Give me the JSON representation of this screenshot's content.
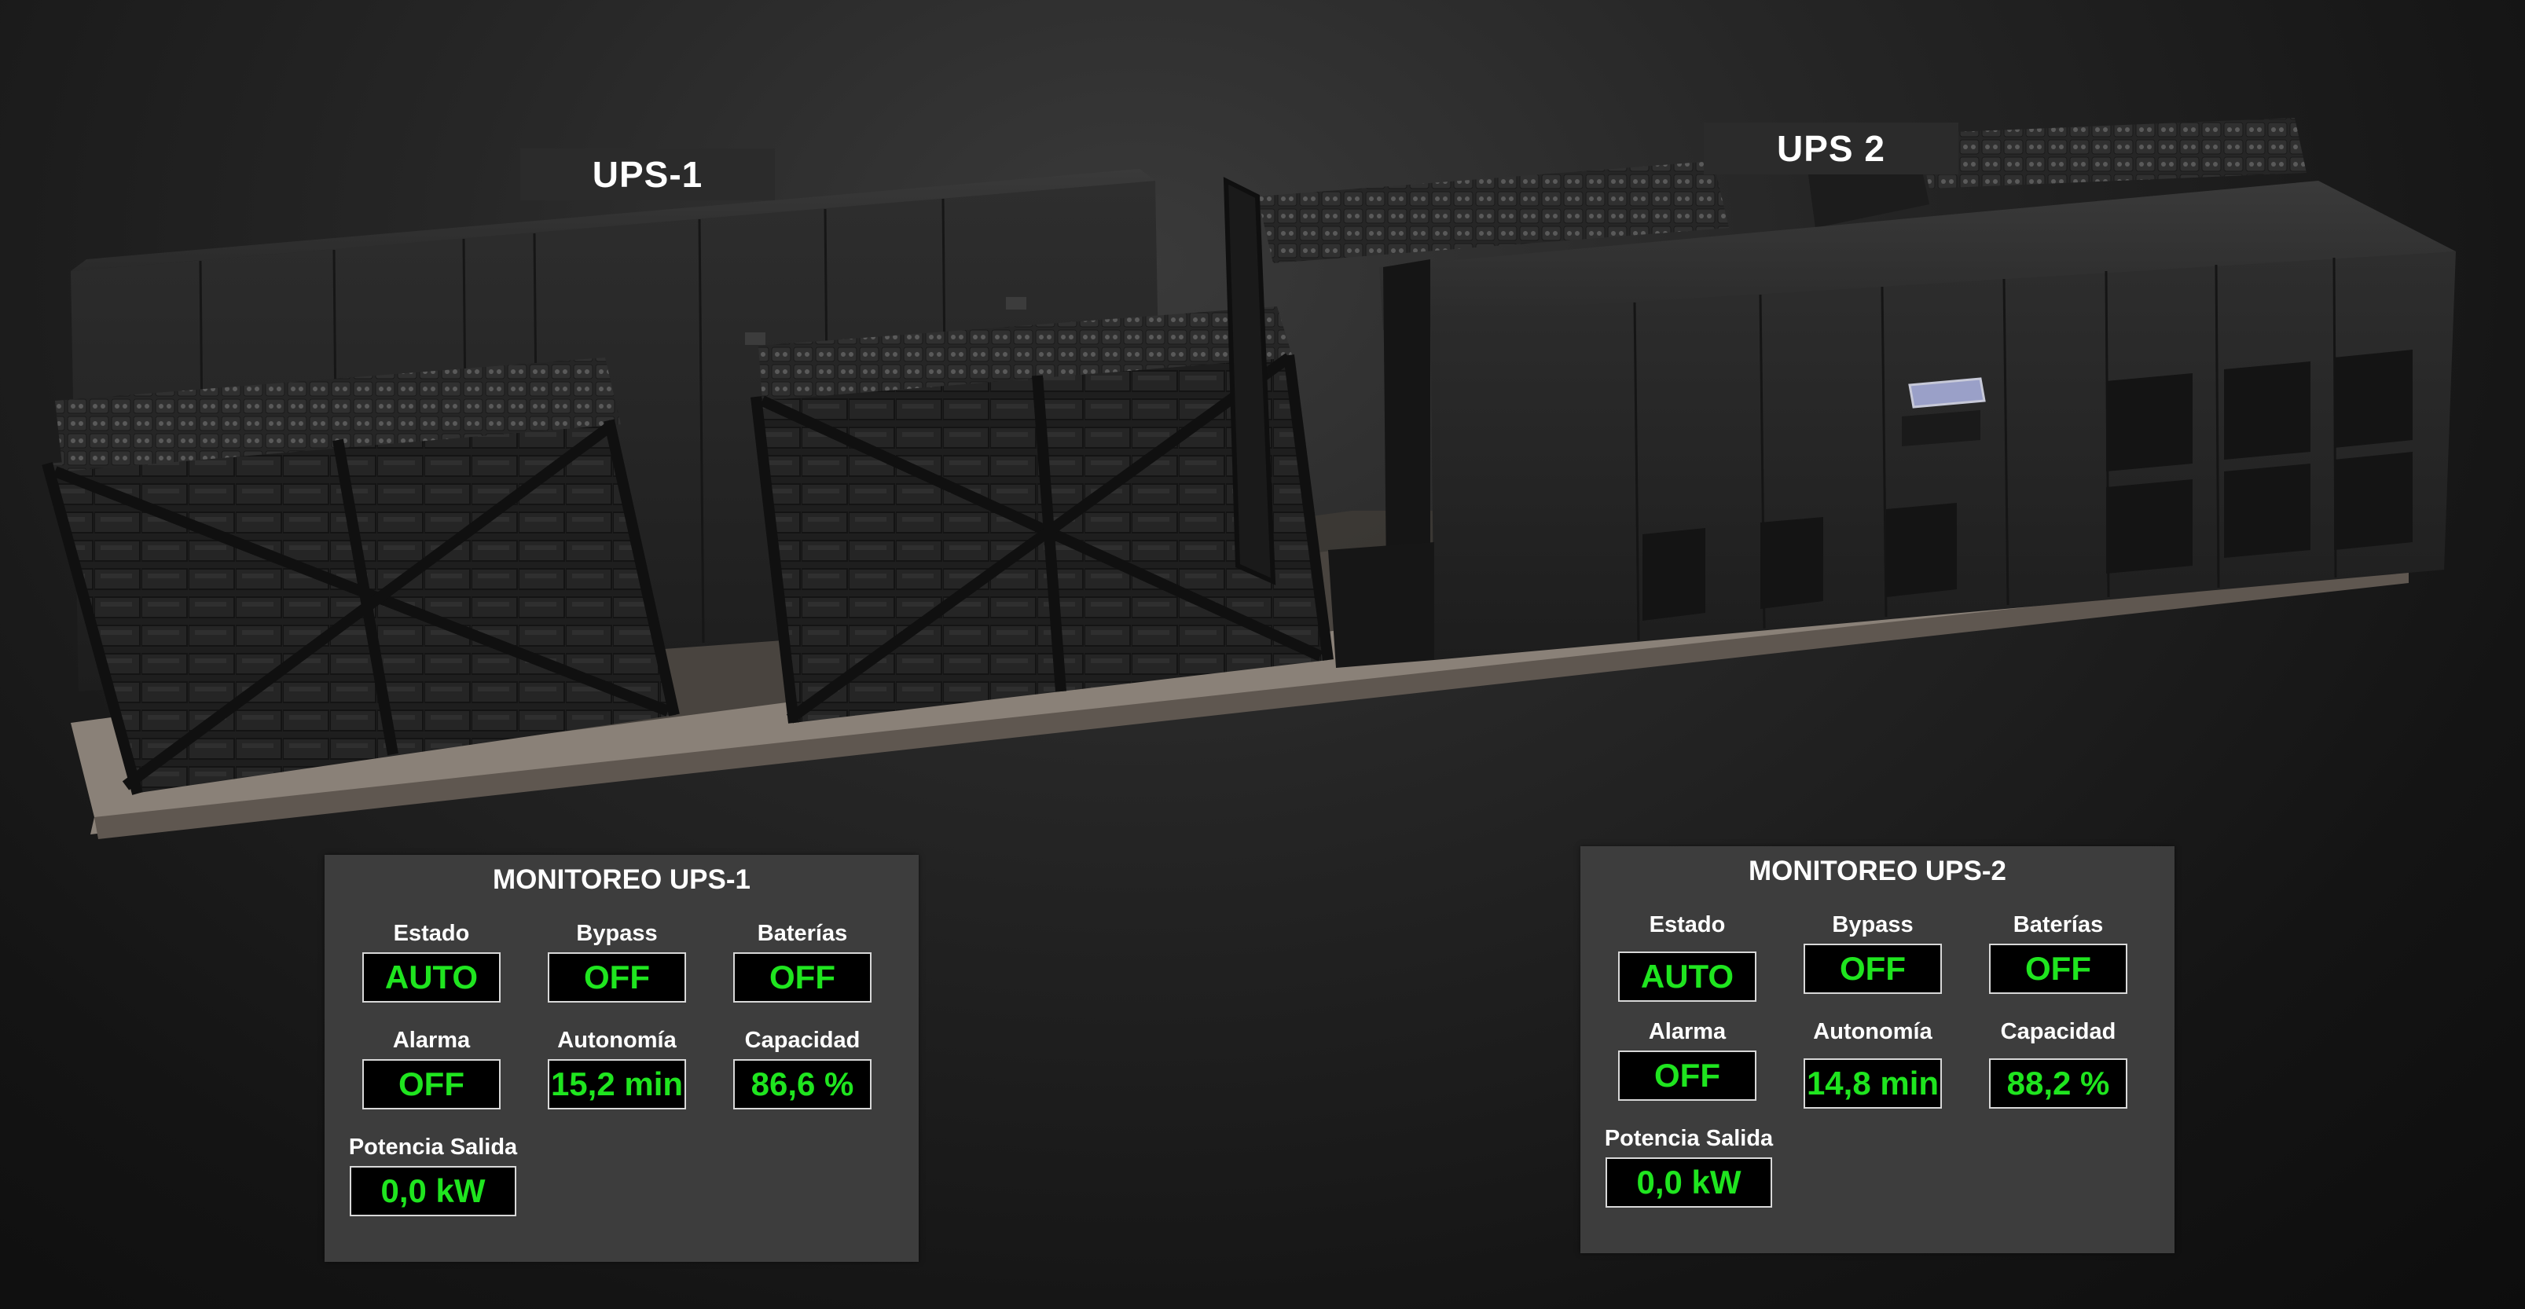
{
  "scene": {
    "ups1_tag": "UPS-1",
    "ups2_tag": "UPS 2"
  },
  "colors": {
    "background": "#1a1a1a",
    "panel": "#3d3d3d",
    "value_text": "#1fe51f",
    "value_bg": "#000000"
  },
  "monitor_ups1": {
    "title": "MONITOREO UPS-1",
    "metrics": [
      {
        "label": "Estado",
        "value": "AUTO"
      },
      {
        "label": "Bypass",
        "value": "OFF"
      },
      {
        "label": "Baterías",
        "value": "OFF"
      },
      {
        "label": "Alarma",
        "value": "OFF"
      },
      {
        "label": "Autonomía",
        "value": "15,2 min"
      },
      {
        "label": "Capacidad",
        "value": "86,6 %"
      },
      {
        "label": "Potencia Salida",
        "value": "0,0 kW"
      }
    ]
  },
  "monitor_ups2": {
    "title": "MONITOREO UPS-2",
    "metrics": [
      {
        "label": "Estado",
        "value": "AUTO"
      },
      {
        "label": "Bypass",
        "value": "OFF"
      },
      {
        "label": "Baterías",
        "value": "OFF"
      },
      {
        "label": "Alarma",
        "value": "OFF"
      },
      {
        "label": "Autonomía",
        "value": "14,8 min"
      },
      {
        "label": "Capacidad",
        "value": "88,2 %"
      },
      {
        "label": "Potencia Salida",
        "value": "0,0 kW"
      }
    ]
  }
}
